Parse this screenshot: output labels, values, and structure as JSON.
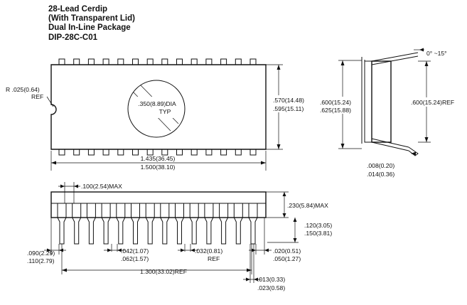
{
  "title": {
    "line1": "28-Lead Cerdip",
    "line2": "(With Transparent Lid)",
    "line3": "Dual In-Line Package",
    "line4": "DIP-28C-C01"
  },
  "top_view": {
    "notch_radius": "R .025(0.64)",
    "notch_ref": "REF",
    "window_dia": ".350(8.89)DIA",
    "window_typ": "TYP",
    "width_min": ".570(14.48)",
    "width_max": ".595(15.11)",
    "length_min": "1.435(36.45)",
    "length_max": "1.500(38.10)"
  },
  "end_view": {
    "angle": "0° ~15°",
    "span_min": ".600(15.24)",
    "span_max": ".625(15.88)",
    "span_ref": ".600(15.24)REF",
    "lead_thk_min": ".008(0.20)",
    "lead_thk_max": ".014(0.36)"
  },
  "side_view": {
    "pitch": ".100(2.54)MAX",
    "height": ".230(5.84)MAX",
    "lead_len_min": ".120(3.05)",
    "lead_len_max": ".150(3.81)",
    "end_min": ".090(2.29)",
    "end_max": ".110(2.79)",
    "shoulder_min": ".042(1.07)",
    "shoulder_max": ".062(1.57)",
    "spacing": ".032(0.81)",
    "spacing_ref": "REF",
    "seating_min": ".020(0.51)",
    "seating_max": ".050(1.27)",
    "row_length": "1.300(33.02)REF",
    "lead_w_min": ".013(0.33)",
    "lead_w_max": ".023(0.58)"
  }
}
